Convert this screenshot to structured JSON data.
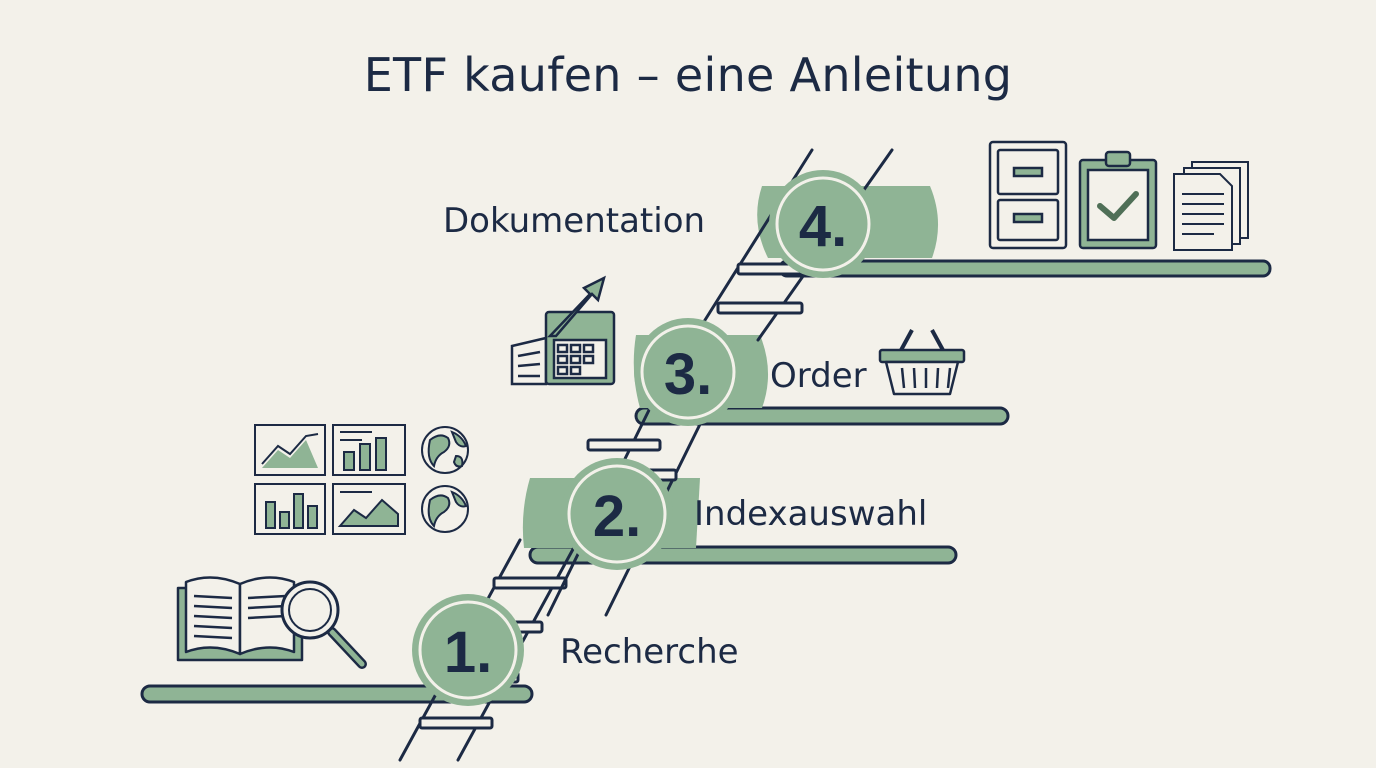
{
  "title": "ETF kaufen – eine Anleitung",
  "colors": {
    "background": "#f3f1ea",
    "accent": "#8fb495",
    "accent_dark": "#4f6f57",
    "line": "#1c2a44",
    "text": "#1c2a44"
  },
  "steps": [
    {
      "number": "1.",
      "label": "Recherche",
      "icons": [
        "open-book-icon",
        "magnifier-icon"
      ]
    },
    {
      "number": "2.",
      "label": "Indexauswahl",
      "icons": [
        "line-chart-icon",
        "bar-chart-icon",
        "globe-icon"
      ]
    },
    {
      "number": "3.",
      "label": "Order",
      "icons": [
        "calculator-chart-icon",
        "shopping-basket-icon"
      ]
    },
    {
      "number": "4.",
      "label": "Dokumentation",
      "icons": [
        "filing-cabinet-icon",
        "clipboard-check-icon",
        "documents-icon"
      ]
    }
  ]
}
